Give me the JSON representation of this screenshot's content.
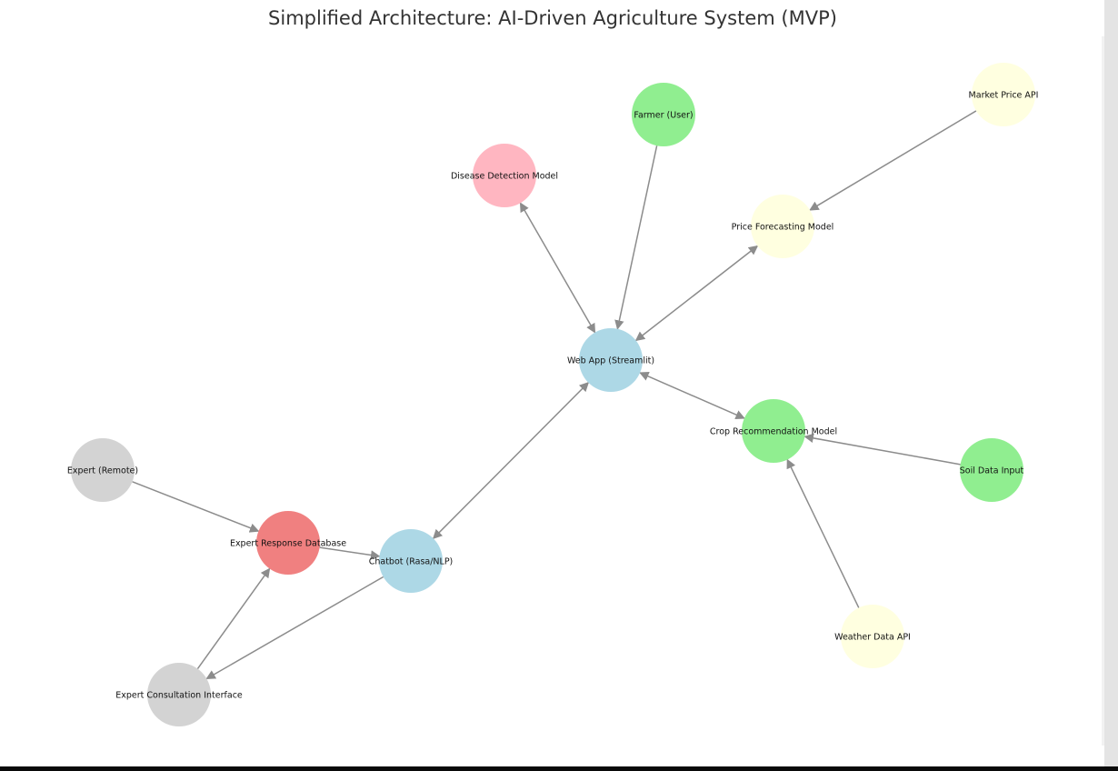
{
  "title": "Simplified Architecture: AI-Driven Agriculture System (MVP)",
  "colors": {
    "lightblue": "#add8e6",
    "lightgreen": "#90ee90",
    "pink": "#ffb6c1",
    "lightyellow": "#ffffe0",
    "lightgray": "#d3d3d3",
    "lightcoral": "#f08080",
    "edge": "#8c8c8c"
  },
  "nodes": [
    {
      "id": "farmer",
      "label": "Farmer (User)",
      "color": "lightgreen"
    },
    {
      "id": "webapp",
      "label": "Web App (Streamlit)",
      "color": "lightblue"
    },
    {
      "id": "disease",
      "label": "Disease Detection Model",
      "color": "pink"
    },
    {
      "id": "price",
      "label": "Price Forecasting Model",
      "color": "lightyellow"
    },
    {
      "id": "market",
      "label": "Market Price API",
      "color": "lightyellow"
    },
    {
      "id": "crop",
      "label": "Crop Recommendation Model",
      "color": "lightgreen"
    },
    {
      "id": "soil",
      "label": "Soil Data Input",
      "color": "lightgreen"
    },
    {
      "id": "weather",
      "label": "Weather Data API",
      "color": "lightyellow"
    },
    {
      "id": "chatbot",
      "label": "Chatbot (Rasa/NLP)",
      "color": "lightblue"
    },
    {
      "id": "expertdb",
      "label": "Expert Response Database",
      "color": "lightcoral"
    },
    {
      "id": "expert",
      "label": "Expert (Remote)",
      "color": "lightgray"
    },
    {
      "id": "consult",
      "label": "Expert Consultation Interface",
      "color": "lightgray"
    }
  ],
  "edges": [
    {
      "from": "farmer",
      "to": "webapp",
      "bidirectional": false
    },
    {
      "from": "webapp",
      "to": "disease",
      "bidirectional": true
    },
    {
      "from": "webapp",
      "to": "price",
      "bidirectional": true
    },
    {
      "from": "market",
      "to": "price",
      "bidirectional": false
    },
    {
      "from": "webapp",
      "to": "crop",
      "bidirectional": true
    },
    {
      "from": "soil",
      "to": "crop",
      "bidirectional": false
    },
    {
      "from": "weather",
      "to": "crop",
      "bidirectional": false
    },
    {
      "from": "webapp",
      "to": "chatbot",
      "bidirectional": true
    },
    {
      "from": "expertdb",
      "to": "chatbot",
      "bidirectional": false
    },
    {
      "from": "expert",
      "to": "expertdb",
      "bidirectional": false
    },
    {
      "from": "chatbot",
      "to": "consult",
      "bidirectional": false
    },
    {
      "from": "consult",
      "to": "expertdb",
      "bidirectional": false
    }
  ]
}
